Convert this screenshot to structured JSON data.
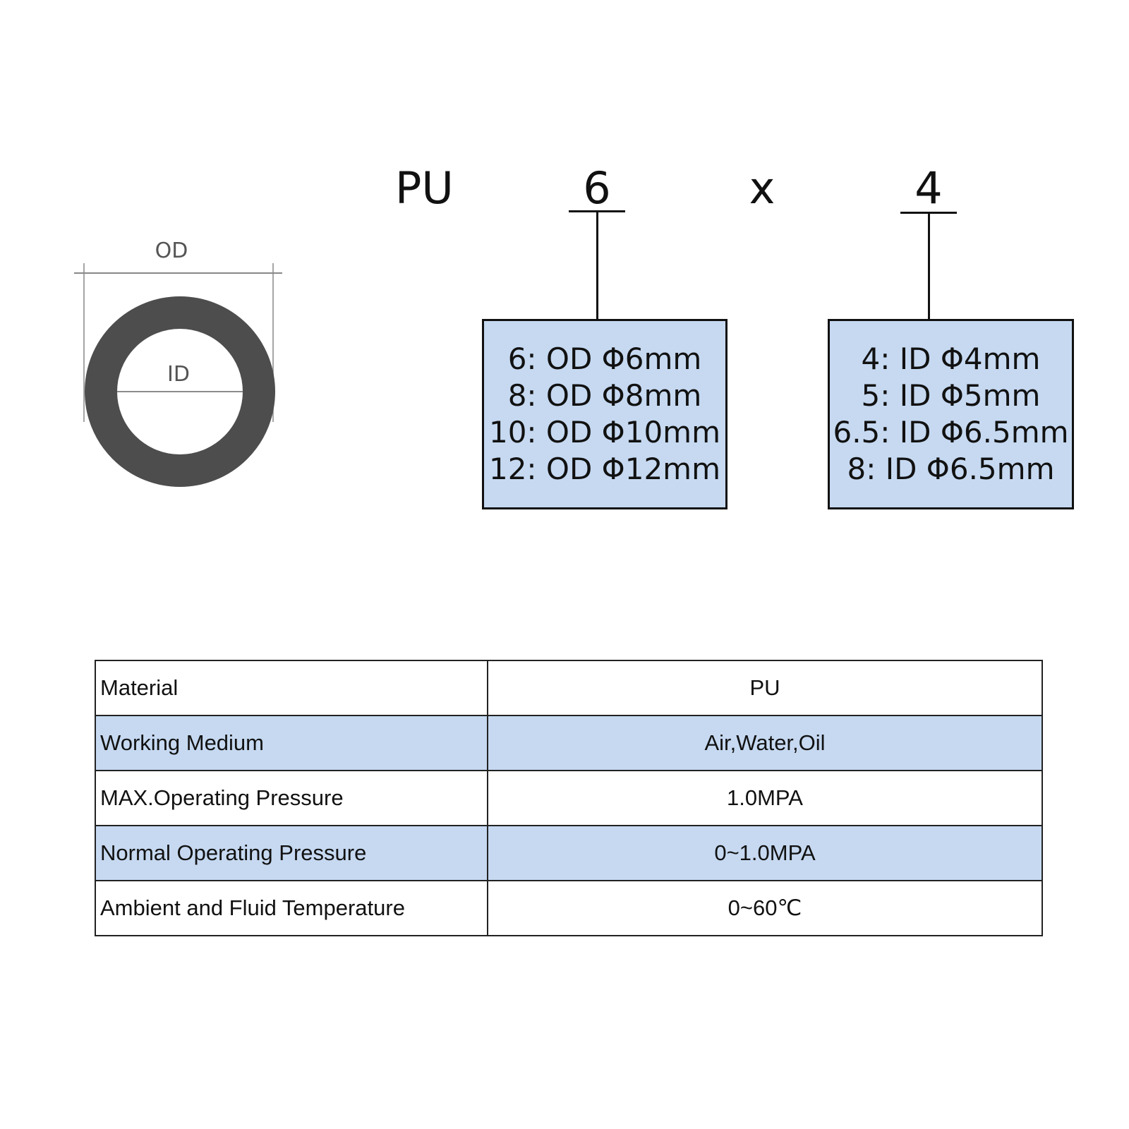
{
  "diagram": {
    "od_label": "OD",
    "id_label": "ID",
    "colors": {
      "tube": "#4d4d4d",
      "box_fill": "#c6d9f1",
      "row_shade": "#c6d9f1"
    }
  },
  "code": {
    "material": "PU",
    "od_value": "6",
    "separator": "x",
    "id_value": "4"
  },
  "od_options": [
    "6: OD Φ6mm",
    "8: OD Φ8mm",
    "10: OD Φ10mm",
    "12: OD Φ12mm"
  ],
  "id_options": [
    "4: ID Φ4mm",
    "5: ID Φ5mm",
    "6.5: ID Φ6.5mm",
    "8: ID Φ6.5mm"
  ],
  "table": {
    "rows": [
      {
        "label": "Material",
        "value": "PU"
      },
      {
        "label": "Working Medium",
        "value": "Air,Water,Oil"
      },
      {
        "label": "MAX.Operating Pressure",
        "value": "1.0MPA"
      },
      {
        "label": "Normal Operating Pressure",
        "value": "0~1.0MPA"
      },
      {
        "label": "Ambient and Fluid Temperature",
        "value": "0~60℃"
      }
    ]
  }
}
